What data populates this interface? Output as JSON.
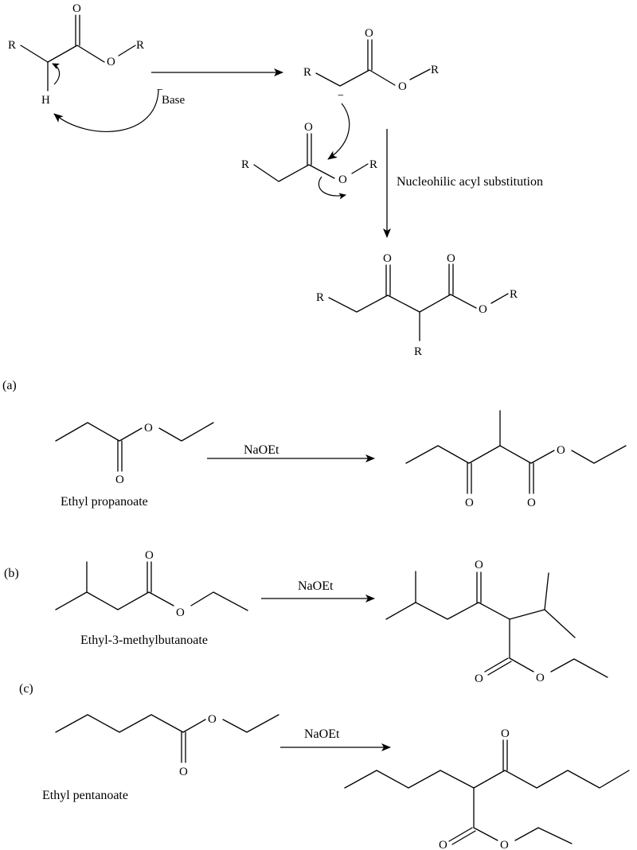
{
  "mechanism": {
    "atom_R": "R",
    "atom_O": "O",
    "atom_H": "H",
    "charge_minus": "−",
    "base_label": "Base",
    "step_label": "Nucleohilic acyl substitution"
  },
  "panels": [
    {
      "label": "(a)",
      "reactant": "Ethyl propanoate",
      "reagent": "NaOEt"
    },
    {
      "label": "(b)",
      "reactant": "Ethyl-3-methylbutanoate",
      "reagent": "NaOEt"
    },
    {
      "label": "(c)",
      "reactant": "Ethyl pentanoate",
      "reagent": "NaOEt"
    }
  ]
}
